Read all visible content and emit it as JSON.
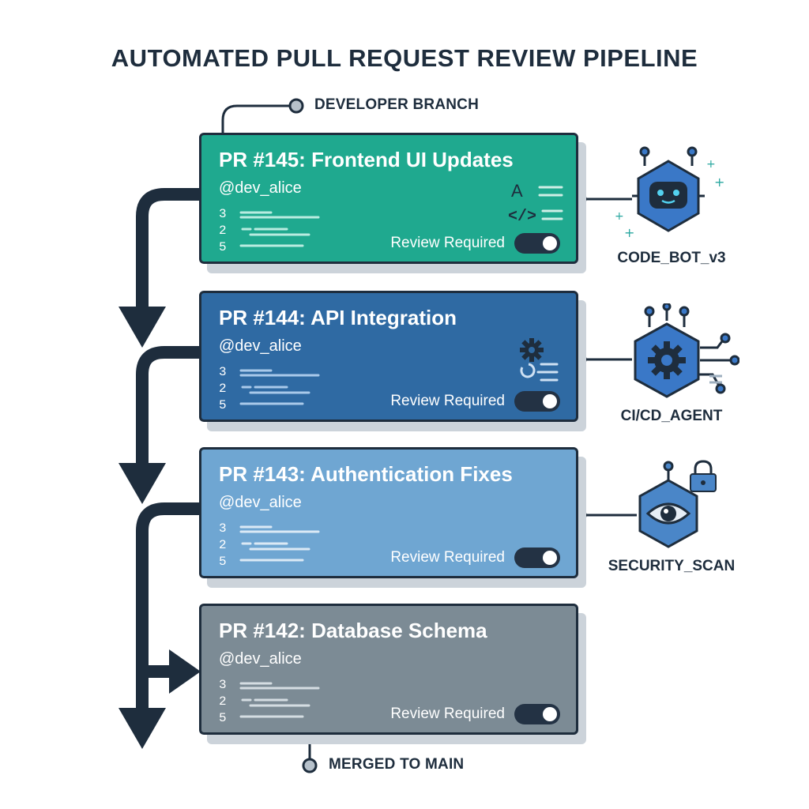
{
  "title": "AUTOMATED PULL REQUEST REVIEW PIPELINE",
  "start_label": "DEVELOPER BRANCH",
  "end_label": "MERGED TO MAIN",
  "cards": [
    {
      "title": "PR #145: Frontend UI Updates",
      "author": "@dev_alice",
      "lines": [
        "3",
        "2",
        "5"
      ],
      "status": "Review Required",
      "color": "#1fa98f"
    },
    {
      "title": "PR #144: API Integration",
      "author": "@dev_alice",
      "lines": [
        "3",
        "2",
        "5"
      ],
      "status": "Review Required",
      "color": "#2f6aa3"
    },
    {
      "title": "PR #143: Authentication Fixes",
      "author": "@dev_alice",
      "lines": [
        "3",
        "2",
        "5"
      ],
      "status": "Review Required",
      "color": "#6fa6d2"
    },
    {
      "title": "PR #142: Database Schema",
      "author": "@dev_alice",
      "lines": [
        "3",
        "2",
        "5"
      ],
      "status": "Review Required",
      "color": "#7c8b95"
    }
  ],
  "agents": [
    {
      "label": "CODE_BOT_v3",
      "icon": "robot-icon",
      "color": "#3a78c7"
    },
    {
      "label": "CI/CD_AGENT",
      "icon": "gear-circuit-icon",
      "color": "#3a78c7"
    },
    {
      "label": "SECURITY_SCAN",
      "icon": "eye-lock-icon",
      "color": "#4a86c8"
    }
  ],
  "colors": {
    "ink": "#1e2d3d",
    "accent": "#2aa7a0"
  }
}
